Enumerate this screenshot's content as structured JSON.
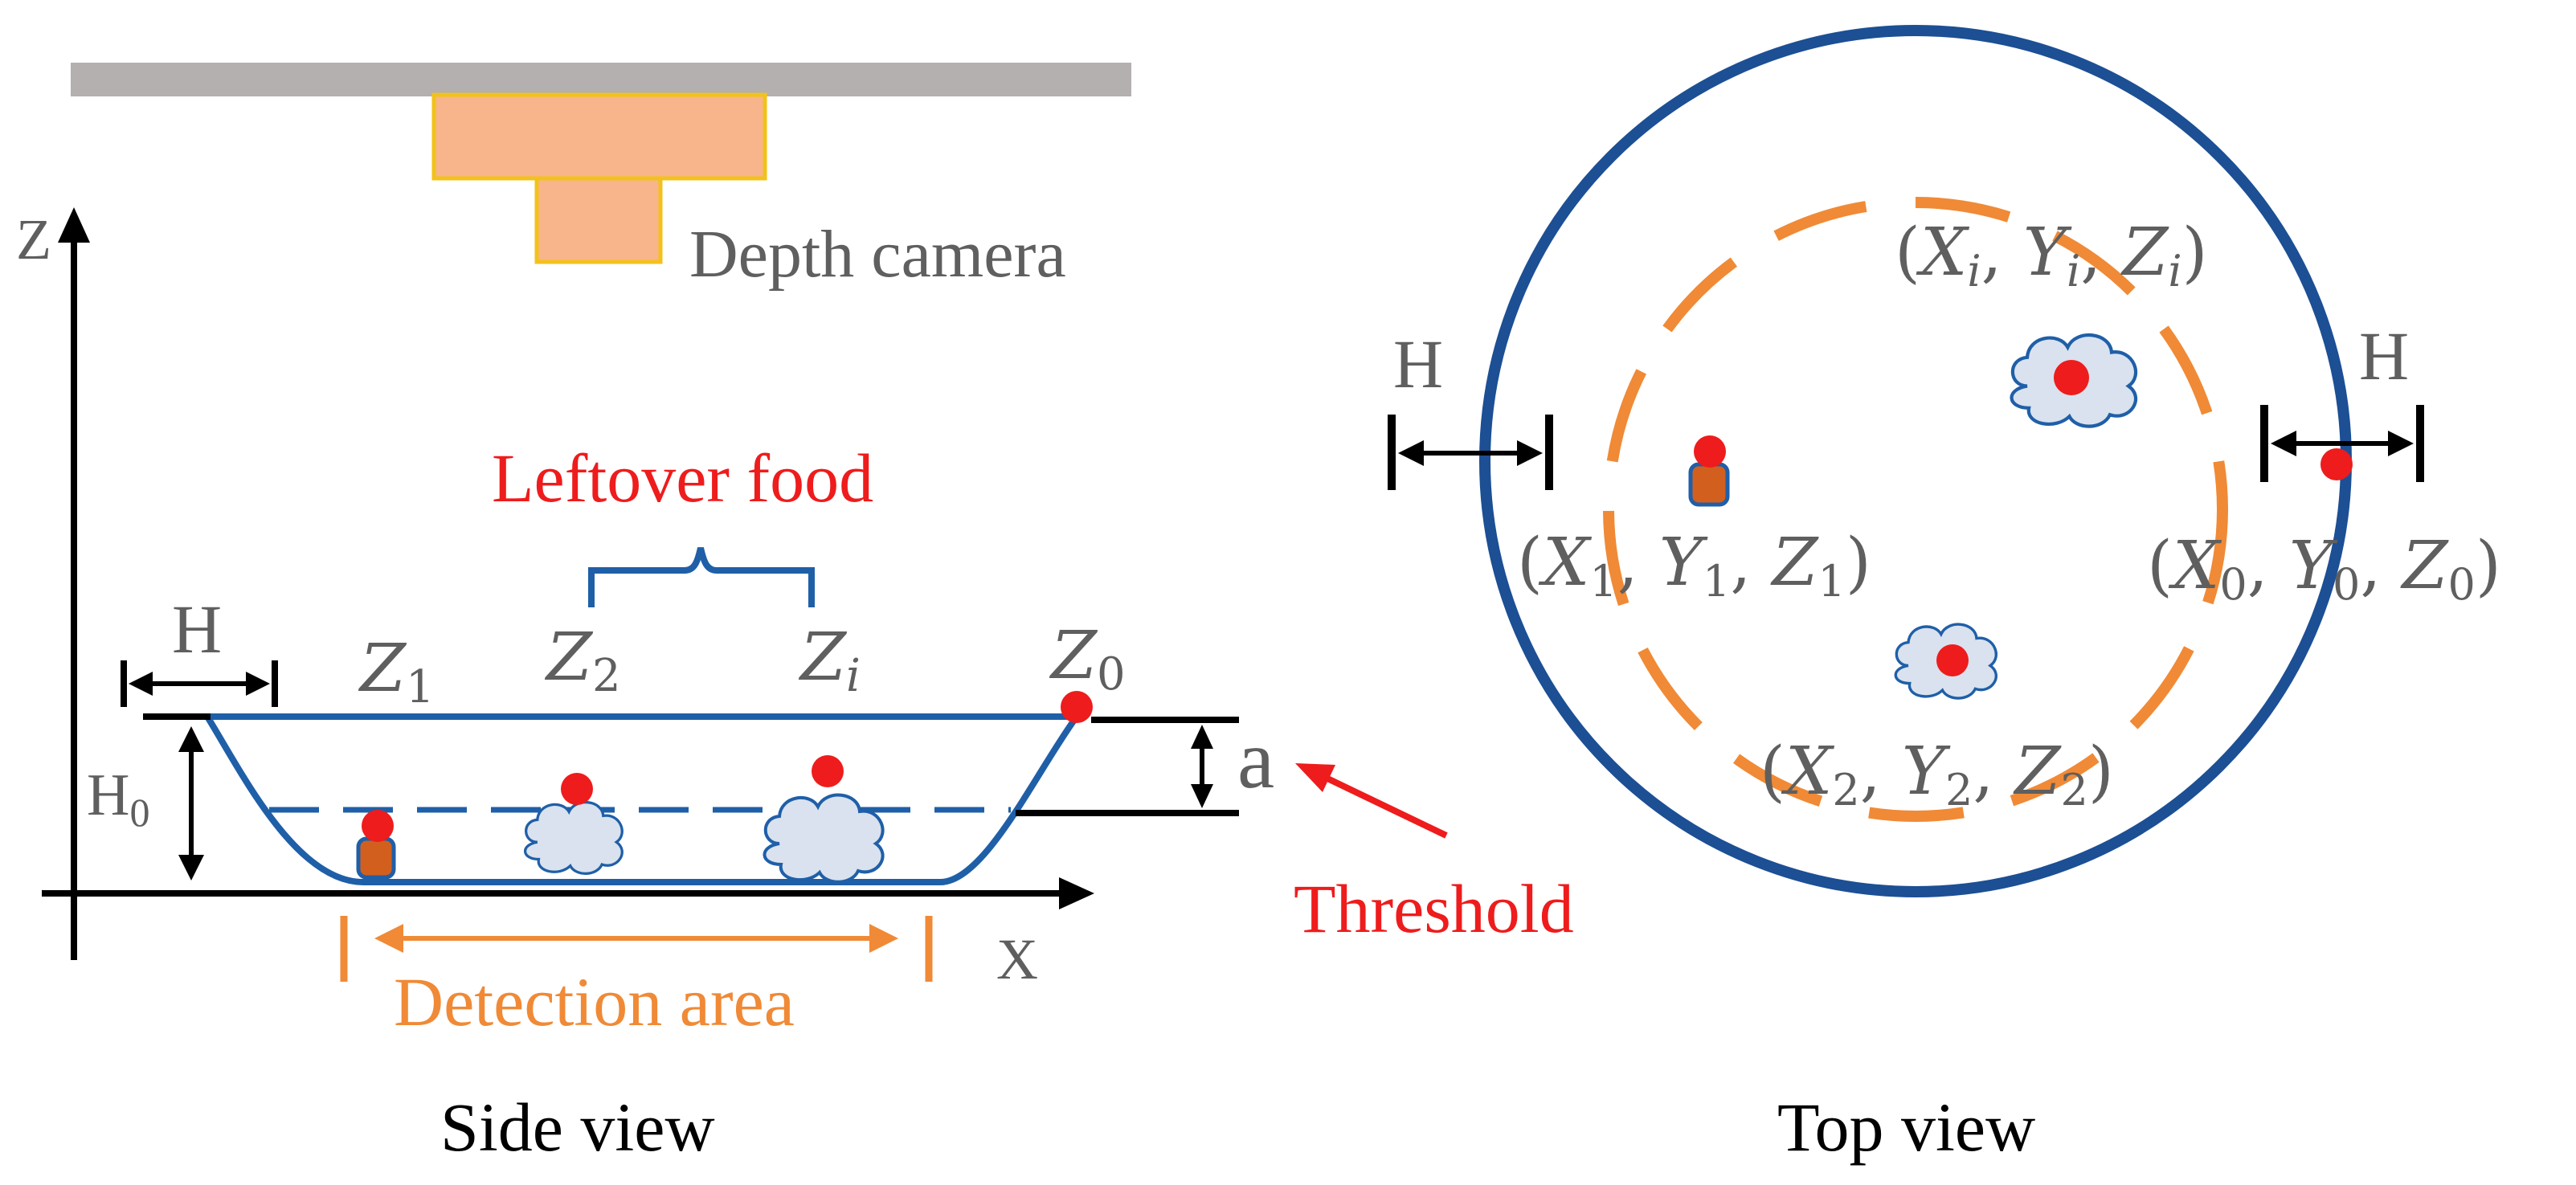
{
  "side_view": {
    "caption": "Side view",
    "camera_label": "Depth camera",
    "axis_z": "Z",
    "axis_x": "X",
    "h_label": "H",
    "h0_label": {
      "base": "H",
      "sub": "0"
    },
    "leftover_label": "Leftover food",
    "z_labels": [
      {
        "base": "Z",
        "sub": "1"
      },
      {
        "base": "Z",
        "sub": "2"
      },
      {
        "base": "Z",
        "sub": "i"
      },
      {
        "base": "Z",
        "sub": "0"
      }
    ],
    "a_label": "a",
    "threshold_label": "Threshold",
    "detection_label": "Detection area"
  },
  "top_view": {
    "caption": "Top view",
    "h_left": "H",
    "h_right": "H",
    "points": [
      {
        "x": "X",
        "y": "Y",
        "z": "Z",
        "sub": "i"
      },
      {
        "x": "X",
        "y": "Y",
        "z": "Z",
        "sub": "1"
      },
      {
        "x": "X",
        "y": "Y",
        "z": "Z",
        "sub": "0"
      },
      {
        "x": "X",
        "y": "Y",
        "z": "Z",
        "sub": "2"
      }
    ]
  },
  "colors": {
    "blue": "#1f5fa8",
    "dark_blue": "#1c4f94",
    "orange": "#f08a36",
    "red": "#ee1c1c",
    "gray": "#5f5f5f",
    "camera_fill": "#f8b48a",
    "camera_border": "#f2c21b",
    "food_fill": "#d9e2ee"
  }
}
